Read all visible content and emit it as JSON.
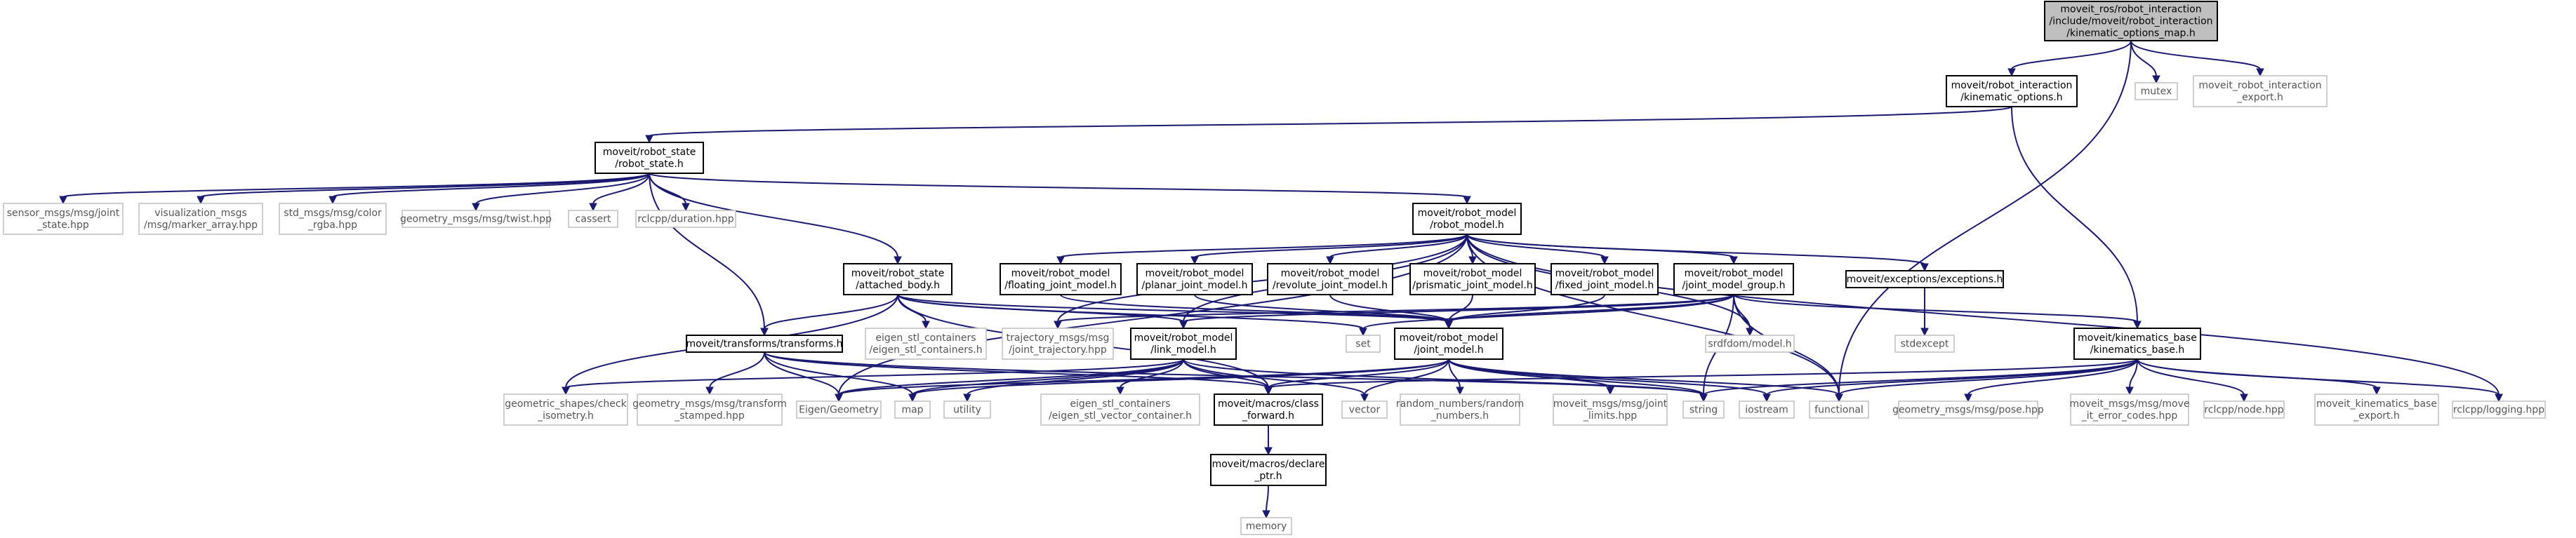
{
  "graph": {
    "colors": {
      "edge": "#191970",
      "root_fill": "#bfbfbf",
      "internal_border": "#000000",
      "external_border": "#bfbfbf",
      "external_text": "#555555"
    },
    "nodes": [
      {
        "id": "root",
        "kind": "root",
        "lines": [
          "moveit_ros/robot_interaction",
          "/include/moveit/robot_interaction",
          "/kinematic_options_map.h"
        ]
      },
      {
        "id": "kinematic_options",
        "kind": "internal",
        "lines": [
          "moveit/robot_interaction",
          "/kinematic_options.h"
        ]
      },
      {
        "id": "mutex",
        "kind": "external",
        "lines": [
          "mutex"
        ]
      },
      {
        "id": "ri_export",
        "kind": "external",
        "lines": [
          "moveit_robot_interaction",
          "_export.h"
        ]
      },
      {
        "id": "robot_state",
        "kind": "internal",
        "lines": [
          "moveit/robot_state",
          "/robot_state.h"
        ]
      },
      {
        "id": "joint_state",
        "kind": "external",
        "lines": [
          "sensor_msgs/msg/joint",
          "_state.hpp"
        ]
      },
      {
        "id": "marker_array",
        "kind": "external",
        "lines": [
          "visualization_msgs",
          "/msg/marker_array.hpp"
        ]
      },
      {
        "id": "color_rgba",
        "kind": "external",
        "lines": [
          "std_msgs/msg/color",
          "_rgba.hpp"
        ]
      },
      {
        "id": "twist",
        "kind": "external",
        "lines": [
          "geometry_msgs/msg/twist.hpp"
        ]
      },
      {
        "id": "cassert",
        "kind": "external",
        "lines": [
          "cassert"
        ]
      },
      {
        "id": "duration",
        "kind": "external",
        "lines": [
          "rclcpp/duration.hpp"
        ]
      },
      {
        "id": "robot_model",
        "kind": "internal",
        "lines": [
          "moveit/robot_model",
          "/robot_model.h"
        ]
      },
      {
        "id": "attached_body",
        "kind": "internal",
        "lines": [
          "moveit/robot_state",
          "/attached_body.h"
        ]
      },
      {
        "id": "floating_joint",
        "kind": "internal",
        "lines": [
          "moveit/robot_model",
          "/floating_joint_model.h"
        ]
      },
      {
        "id": "planar_joint",
        "kind": "internal",
        "lines": [
          "moveit/robot_model",
          "/planar_joint_model.h"
        ]
      },
      {
        "id": "revolute_joint",
        "kind": "internal",
        "lines": [
          "moveit/robot_model",
          "/revolute_joint_model.h"
        ]
      },
      {
        "id": "prismatic_joint",
        "kind": "internal",
        "lines": [
          "moveit/robot_model",
          "/prismatic_joint_model.h"
        ]
      },
      {
        "id": "fixed_joint",
        "kind": "internal",
        "lines": [
          "moveit/robot_model",
          "/fixed_joint_model.h"
        ]
      },
      {
        "id": "joint_model_group",
        "kind": "internal",
        "lines": [
          "moveit/robot_model",
          "/joint_model_group.h"
        ]
      },
      {
        "id": "exceptions",
        "kind": "internal",
        "lines": [
          "moveit/exceptions/exceptions.h"
        ]
      },
      {
        "id": "stdexcept",
        "kind": "external",
        "lines": [
          "stdexcept"
        ]
      },
      {
        "id": "kinematics_base",
        "kind": "internal",
        "lines": [
          "moveit/kinematics_base",
          "/kinematics_base.h"
        ]
      },
      {
        "id": "transforms",
        "kind": "internal",
        "lines": [
          "moveit/transforms/transforms.h"
        ]
      },
      {
        "id": "eigen_stl_containers",
        "kind": "external",
        "lines": [
          "eigen_stl_containers",
          "/eigen_stl_containers.h"
        ]
      },
      {
        "id": "joint_trajectory",
        "kind": "external",
        "lines": [
          "trajectory_msgs/msg",
          "/joint_trajectory.hpp"
        ]
      },
      {
        "id": "link_model",
        "kind": "internal",
        "lines": [
          "moveit/robot_model",
          "/link_model.h"
        ]
      },
      {
        "id": "set",
        "kind": "external",
        "lines": [
          "set"
        ]
      },
      {
        "id": "joint_model",
        "kind": "internal",
        "lines": [
          "moveit/robot_model",
          "/joint_model.h"
        ]
      },
      {
        "id": "srdfdom",
        "kind": "external",
        "lines": [
          "srdfdom/model.h"
        ]
      },
      {
        "id": "check_isometry",
        "kind": "external",
        "lines": [
          "geometric_shapes/check",
          "_isometry.h"
        ]
      },
      {
        "id": "transform_stamped",
        "kind": "external",
        "lines": [
          "geometry_msgs/msg/transform",
          "_stamped.hpp"
        ]
      },
      {
        "id": "eigen_geometry",
        "kind": "external",
        "lines": [
          "Eigen/Geometry"
        ]
      },
      {
        "id": "map",
        "kind": "external",
        "lines": [
          "map"
        ]
      },
      {
        "id": "utility",
        "kind": "external",
        "lines": [
          "utility"
        ]
      },
      {
        "id": "eigen_stl_vector",
        "kind": "external",
        "lines": [
          "eigen_stl_containers",
          "/eigen_stl_vector_container.h"
        ]
      },
      {
        "id": "class_forward",
        "kind": "internal",
        "lines": [
          "moveit/macros/class",
          "_forward.h"
        ]
      },
      {
        "id": "vector",
        "kind": "external",
        "lines": [
          "vector"
        ]
      },
      {
        "id": "random_numbers",
        "kind": "external",
        "lines": [
          "random_numbers/random",
          "_numbers.h"
        ]
      },
      {
        "id": "joint_limits",
        "kind": "external",
        "lines": [
          "moveit_msgs/msg/joint",
          "_limits.hpp"
        ]
      },
      {
        "id": "string",
        "kind": "external",
        "lines": [
          "string"
        ]
      },
      {
        "id": "iostream",
        "kind": "external",
        "lines": [
          "iostream"
        ]
      },
      {
        "id": "functional",
        "kind": "external",
        "lines": [
          "functional"
        ]
      },
      {
        "id": "pose",
        "kind": "external",
        "lines": [
          "geometry_msgs/msg/pose.hpp"
        ]
      },
      {
        "id": "move_it_error_codes",
        "kind": "external",
        "lines": [
          "moveit_msgs/msg/move",
          "_it_error_codes.hpp"
        ]
      },
      {
        "id": "node",
        "kind": "external",
        "lines": [
          "rclcpp/node.hpp"
        ]
      },
      {
        "id": "kb_export",
        "kind": "external",
        "lines": [
          "moveit_kinematics_base",
          "_export.h"
        ]
      },
      {
        "id": "logging",
        "kind": "external",
        "lines": [
          "rclcpp/logging.hpp"
        ]
      },
      {
        "id": "declare_ptr",
        "kind": "internal",
        "lines": [
          "moveit/macros/declare",
          "_ptr.h"
        ]
      },
      {
        "id": "memory",
        "kind": "external",
        "lines": [
          "memory"
        ]
      }
    ],
    "edges": [
      [
        "root",
        "kinematic_options"
      ],
      [
        "root",
        "mutex"
      ],
      [
        "root",
        "ri_export"
      ],
      [
        "root",
        "functional"
      ],
      [
        "kinematic_options",
        "robot_state"
      ],
      [
        "kinematic_options",
        "kinematics_base"
      ],
      [
        "robot_state",
        "joint_state"
      ],
      [
        "robot_state",
        "marker_array"
      ],
      [
        "robot_state",
        "color_rgba"
      ],
      [
        "robot_state",
        "twist"
      ],
      [
        "robot_state",
        "cassert"
      ],
      [
        "robot_state",
        "duration"
      ],
      [
        "robot_state",
        "robot_model"
      ],
      [
        "robot_state",
        "attached_body"
      ],
      [
        "robot_state",
        "transforms"
      ],
      [
        "robot_model",
        "floating_joint"
      ],
      [
        "robot_model",
        "planar_joint"
      ],
      [
        "robot_model",
        "revolute_joint"
      ],
      [
        "robot_model",
        "prismatic_joint"
      ],
      [
        "robot_model",
        "fixed_joint"
      ],
      [
        "robot_model",
        "joint_model_group"
      ],
      [
        "robot_model",
        "exceptions"
      ],
      [
        "robot_model",
        "srdfdom"
      ],
      [
        "robot_model",
        "logging"
      ],
      [
        "robot_model",
        "functional"
      ],
      [
        "robot_model",
        "eigen_geometry"
      ],
      [
        "robot_model",
        "link_model"
      ],
      [
        "robot_model",
        "joint_trajectory"
      ],
      [
        "attached_body",
        "transforms"
      ],
      [
        "attached_body",
        "eigen_stl_containers"
      ],
      [
        "attached_body",
        "link_model"
      ],
      [
        "attached_body",
        "set"
      ],
      [
        "attached_body",
        "check_isometry"
      ],
      [
        "attached_body",
        "class_forward"
      ],
      [
        "attached_body",
        "joint_model"
      ],
      [
        "floating_joint",
        "joint_model"
      ],
      [
        "planar_joint",
        "joint_model"
      ],
      [
        "revolute_joint",
        "joint_model"
      ],
      [
        "prismatic_joint",
        "joint_model"
      ],
      [
        "fixed_joint",
        "joint_model"
      ],
      [
        "joint_model_group",
        "joint_model"
      ],
      [
        "joint_model_group",
        "link_model"
      ],
      [
        "joint_model_group",
        "kinematics_base"
      ],
      [
        "joint_model_group",
        "srdfdom"
      ],
      [
        "joint_model_group",
        "set"
      ],
      [
        "joint_model_group",
        "string"
      ],
      [
        "joint_model_group",
        "functional"
      ],
      [
        "joint_model_group",
        "joint_trajectory"
      ],
      [
        "exceptions",
        "stdexcept"
      ],
      [
        "transforms",
        "transform_stamped"
      ],
      [
        "transforms",
        "eigen_geometry"
      ],
      [
        "transforms",
        "map"
      ],
      [
        "transforms",
        "class_forward"
      ],
      [
        "transforms",
        "string"
      ],
      [
        "link_model",
        "eigen_geometry"
      ],
      [
        "link_model",
        "map"
      ],
      [
        "link_model",
        "utility"
      ],
      [
        "link_model",
        "eigen_stl_vector"
      ],
      [
        "link_model",
        "class_forward"
      ],
      [
        "link_model",
        "vector"
      ],
      [
        "link_model",
        "check_isometry"
      ],
      [
        "link_model",
        "string"
      ],
      [
        "joint_model",
        "random_numbers"
      ],
      [
        "joint_model",
        "joint_limits"
      ],
      [
        "joint_model",
        "vector"
      ],
      [
        "joint_model",
        "string"
      ],
      [
        "joint_model",
        "iostream"
      ],
      [
        "joint_model",
        "map"
      ],
      [
        "joint_model",
        "eigen_geometry"
      ],
      [
        "joint_model",
        "class_forward"
      ],
      [
        "joint_model",
        "functional"
      ],
      [
        "kinematics_base",
        "pose"
      ],
      [
        "kinematics_base",
        "move_it_error_codes"
      ],
      [
        "kinematics_base",
        "node"
      ],
      [
        "kinematics_base",
        "kb_export"
      ],
      [
        "kinematics_base",
        "logging"
      ],
      [
        "kinematics_base",
        "string"
      ],
      [
        "kinematics_base",
        "iostream"
      ],
      [
        "kinematics_base",
        "functional"
      ],
      [
        "kinematics_base",
        "class_forward"
      ],
      [
        "class_forward",
        "declare_ptr"
      ],
      [
        "declare_ptr",
        "memory"
      ]
    ]
  }
}
